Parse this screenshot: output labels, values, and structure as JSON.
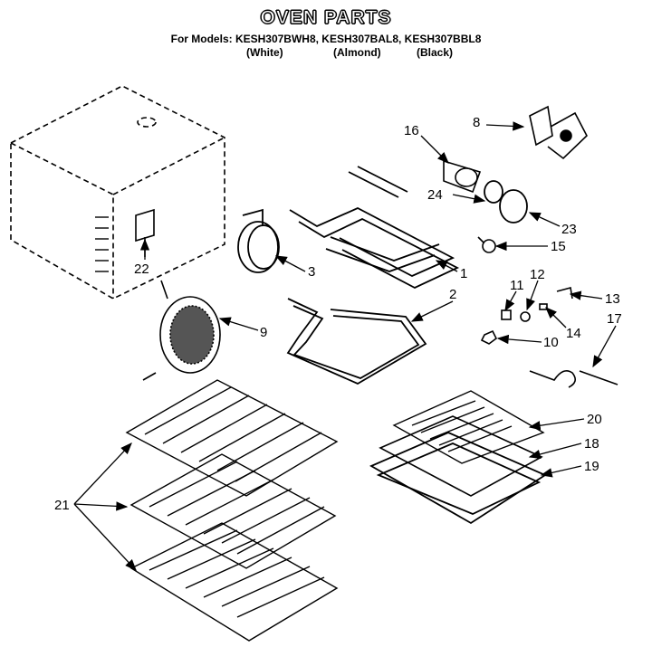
{
  "header": {
    "title": "OVEN PARTS",
    "models_line": "For Models: KESH307BWH8, KESH307BAL8, KESH307BBL8",
    "finishes": [
      "(White)",
      "(Almond)",
      "(Black)"
    ]
  },
  "callouts": [
    "1",
    "2",
    "3",
    "8",
    "9",
    "10",
    "11",
    "12",
    "13",
    "14",
    "15",
    "16",
    "17",
    "18",
    "19",
    "20",
    "21",
    "22",
    "23",
    "24"
  ]
}
